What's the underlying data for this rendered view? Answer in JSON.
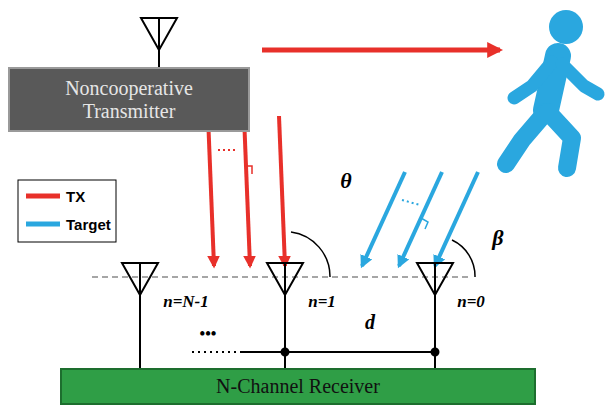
{
  "diagram": {
    "nodes": [
      {
        "text": [
          "Noncooperative Transmitter"
        ]
      },
      {
        "text": [
          "N-Channel Receiver"
        ]
      }
    ],
    "labels": [
      "θ",
      "β",
      "n=N-1",
      "n=1",
      "n=0",
      "d",
      "•••"
    ],
    "legend": [
      {
        "text": "TX"
      },
      {
        "text": "Target"
      }
    ]
  }
}
